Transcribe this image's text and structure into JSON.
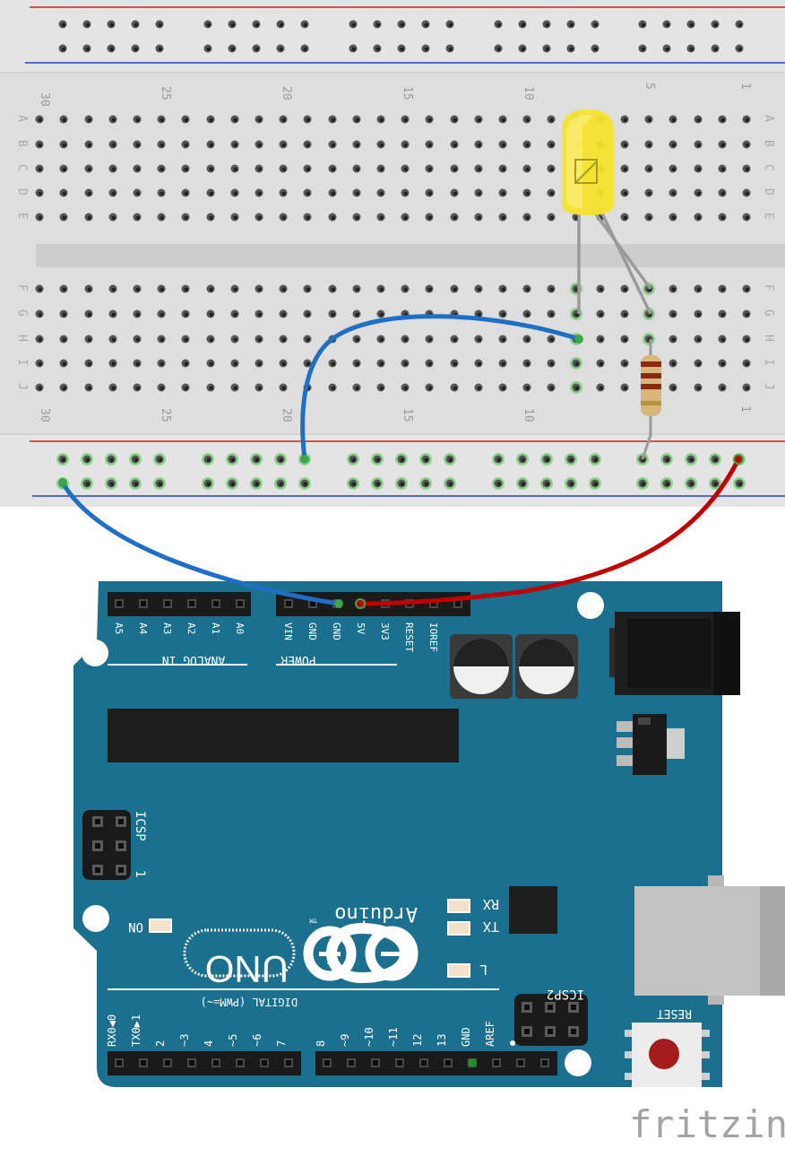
{
  "breadboard": {
    "column_numbers": [
      "30",
      "25",
      "20",
      "15",
      "10",
      "5",
      "1"
    ],
    "row_letters_top": [
      "A",
      "B",
      "C",
      "D",
      "E"
    ],
    "row_letters_bottom": [
      "F",
      "G",
      "H",
      "I",
      "J"
    ]
  },
  "arduino": {
    "analog_pins": [
      "A5",
      "A4",
      "A3",
      "A2",
      "A1",
      "A0"
    ],
    "analog_header_label": "ANALOG IN",
    "power_pins": [
      "VIN",
      "GND",
      "GND",
      "5V",
      "3V3",
      "RESET",
      "IOREF"
    ],
    "power_header_label": "POWER",
    "icsp_label": "ICSP",
    "icsp_pin1": "1",
    "icsp2_label": "ICSP2",
    "on_label": "ON",
    "tx_label": "TX",
    "rx_label": "RX",
    "l_label": "L",
    "brand": "Arduino",
    "trademark": "TM",
    "model": "UNO",
    "digital_label": "DIGITAL (PWM=~)",
    "digital_pins_low": [
      "RX0◀0",
      "TX0▶1",
      "2",
      "~3",
      "4",
      "~5",
      "~6",
      "7"
    ],
    "digital_pins_high": [
      "8",
      "~9",
      "~10",
      "~11",
      "12",
      "13",
      "GND",
      "AREF"
    ],
    "reset_label": "RESET"
  },
  "watermark": "fritzing",
  "colors": {
    "board": "#1b6f8f",
    "breadboard": "#dcdcdc",
    "wire_blue": "#1f6fc4",
    "wire_red": "#c00000",
    "led": "#f2e02a",
    "rail_red": "#d02020",
    "rail_blue": "#2040d0"
  }
}
